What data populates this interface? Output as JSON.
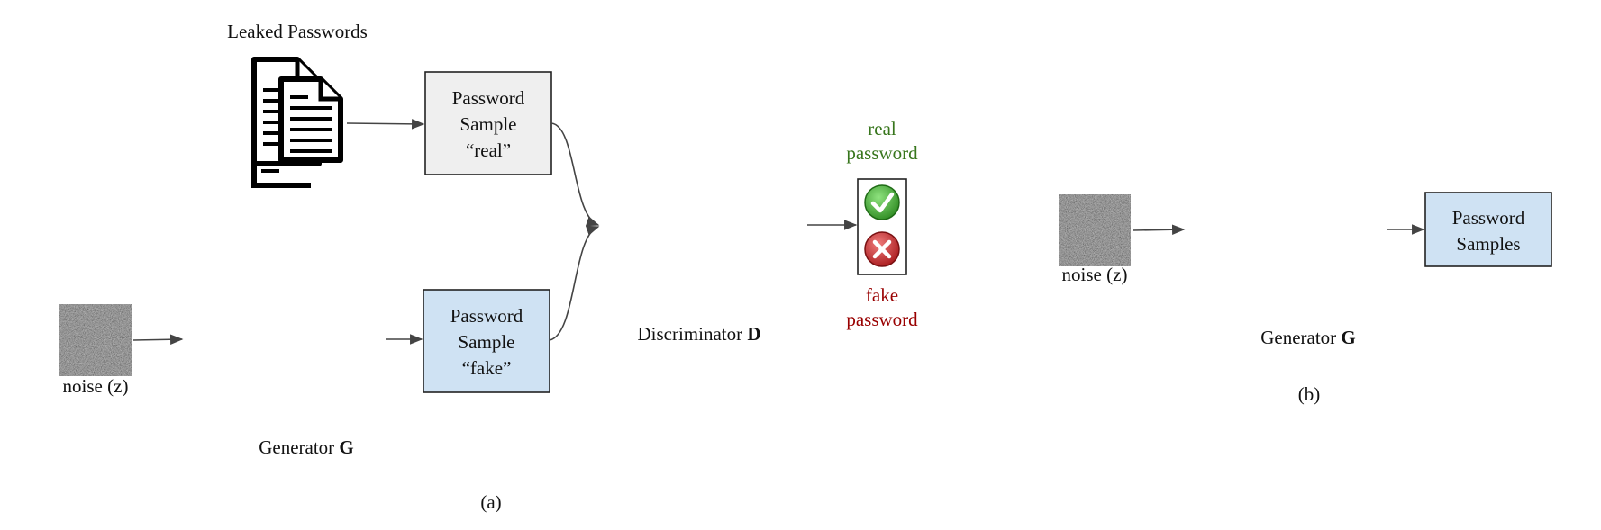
{
  "figure_a": {
    "caption": "(a)",
    "leaked_label": "Leaked Passwords",
    "real_sample_lines": [
      "Password",
      "Sample",
      "“real”"
    ],
    "fake_sample_lines": [
      "Password",
      "Sample",
      "“fake”"
    ],
    "noise_label": "noise (z)",
    "generator_label_text": "Generator ",
    "generator_label_bold": "G",
    "discriminator_label_text": "Discriminator ",
    "discriminator_label_bold": "D",
    "real_output_lines": [
      "real",
      "password"
    ],
    "fake_output_lines": [
      "fake",
      "password"
    ]
  },
  "figure_b": {
    "caption": "(b)",
    "noise_label": "noise (z)",
    "generator_label_text": "Generator ",
    "generator_label_bold": "G",
    "output_lines": [
      "Password",
      "Samples"
    ]
  },
  "colors": {
    "gen_layer_1": "#fdd673",
    "gen_layer_2": "#6aa84f",
    "gen_layer_3": "#a64d79",
    "gen_layer_4": "#e69138",
    "gen_layer_4_stroke": "#f6b26b",
    "disc_outer": "#990000",
    "disc_hidden": "#3c78d8",
    "real_box_fill": "#efefef",
    "fake_box_fill": "#cfe2f3",
    "real_text": "#38761d",
    "fake_text": "#990000",
    "check_green": "#3aa82f",
    "cross_red": "#c0282b"
  },
  "icons": {
    "documents": "documents-icon",
    "noise": "noise-image",
    "check": "check-icon",
    "cross": "cross-icon"
  }
}
